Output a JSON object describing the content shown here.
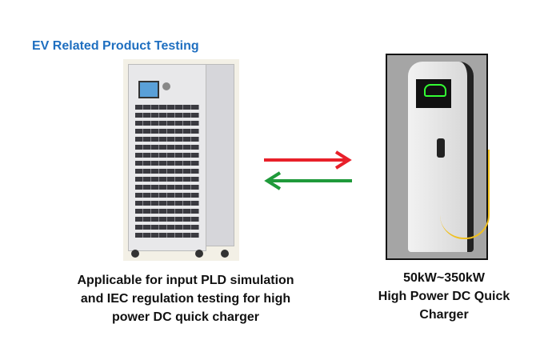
{
  "title": "EV Related Product Testing",
  "left_caption": [
    "Applicable for input PLD simulation",
    "and IEC regulation testing for high",
    "power DC quick charger"
  ],
  "right_caption": [
    "50kW~350kW",
    "High Power DC Quick",
    "Charger"
  ],
  "colors": {
    "title": "#1f6fc0",
    "arrow_forward": "#e8202a",
    "arrow_back": "#1f9a3a"
  }
}
